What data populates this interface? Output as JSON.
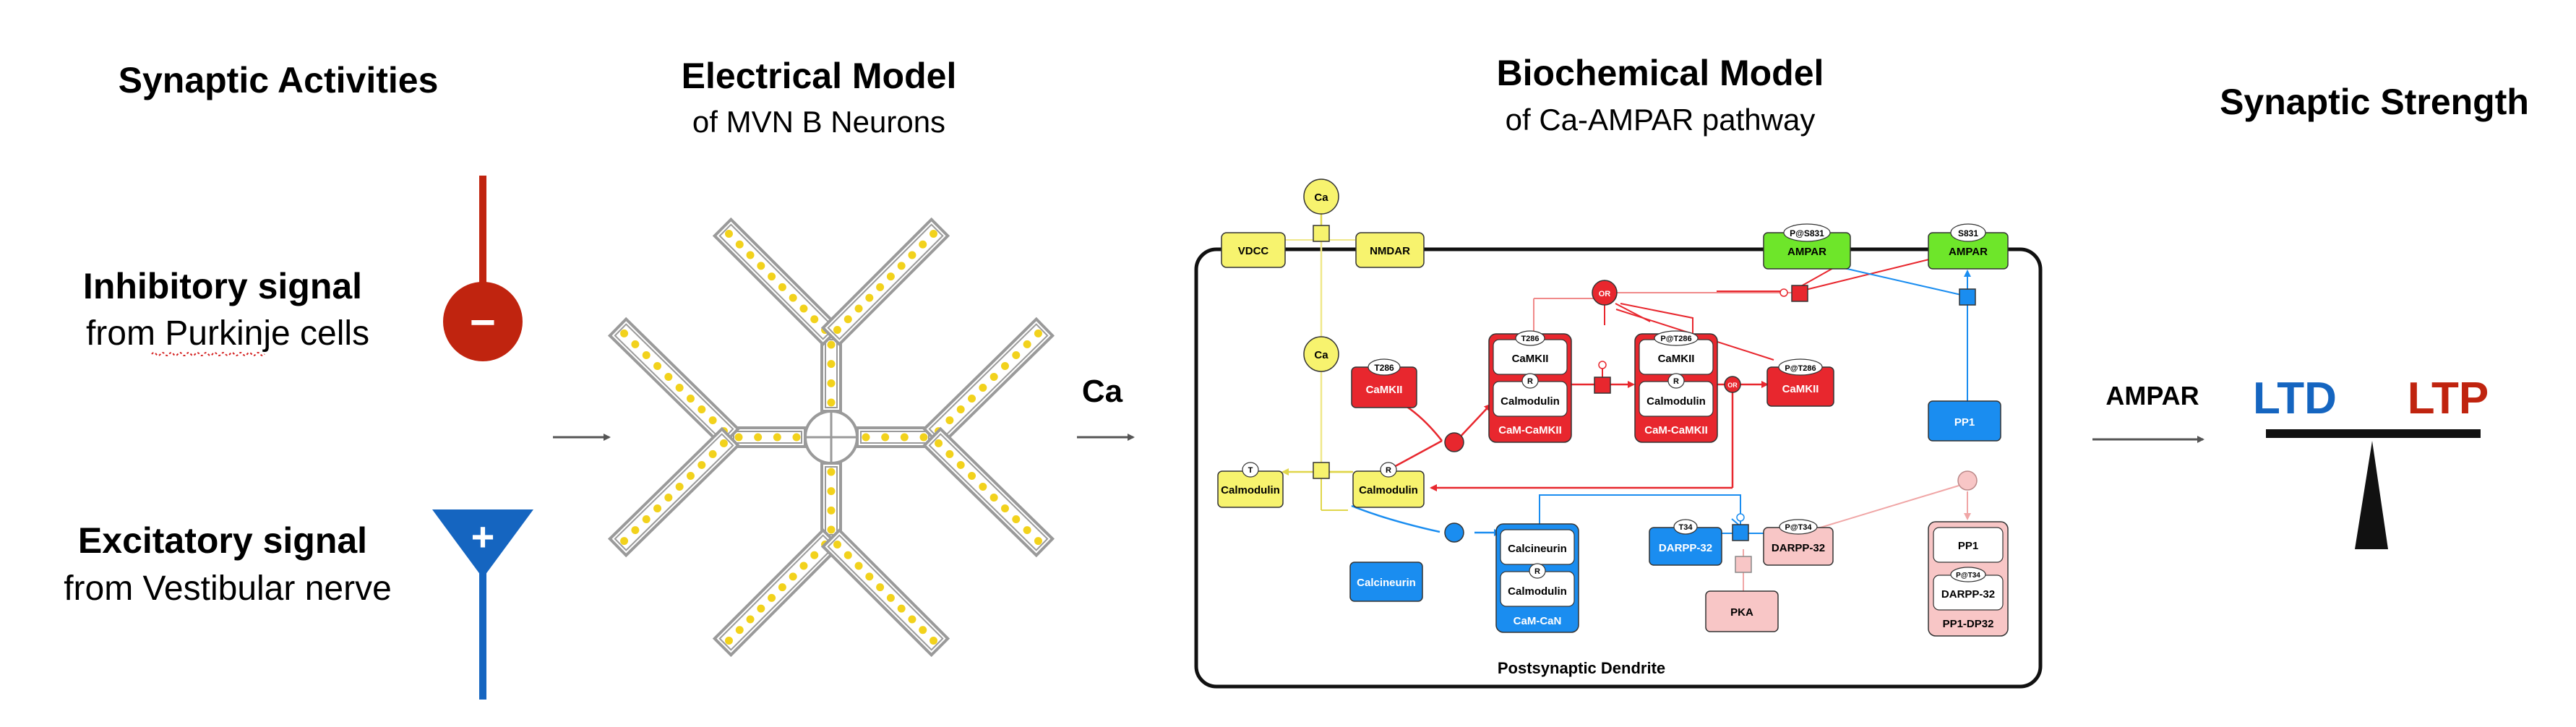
{
  "sections": {
    "synaptic_activities": {
      "title": "Synaptic Activities"
    },
    "electrical": {
      "title": "Electrical Model",
      "subtitle": "of MVN B Neurons"
    },
    "biochemical": {
      "title": "Biochemical Model",
      "subtitle": "of Ca-AMPAR pathway"
    },
    "synaptic_strength": {
      "title": "Synaptic Strength"
    }
  },
  "inputs": {
    "inhibitory": {
      "title": "Inhibitory signal",
      "sub_prefix": "from ",
      "sub_underlined": "Purkinje",
      "sub_suffix": " cells",
      "symbol": "−",
      "color": "#c0240f"
    },
    "excitatory": {
      "title": "Excitatory signal",
      "sub": "from Vestibular nerve",
      "symbol": "+",
      "color": "#1565c0"
    }
  },
  "arrow_labels": {
    "ca": "Ca",
    "ampar": "AMPAR"
  },
  "outputs": {
    "ltd": "LTD",
    "ltp": "LTP",
    "ltd_color": "#1565c0",
    "ltp_color": "#c0240f"
  },
  "pathway": {
    "compartment_label": "Postsynaptic Dendrite",
    "ca": "Ca",
    "vdcc": "VDCC",
    "nmdar": "NMDAR",
    "ampar": "AMPAR",
    "tag_p_s831": "P@S831",
    "tag_s831": "S831",
    "camkii": "CaMKII",
    "tag_t286": "T286",
    "tag_p_t286": "P@T286",
    "tag_r": "R",
    "tag_t": "T",
    "calmodulin": "Calmodulin",
    "cam_camkii": "CaM-CaMKII",
    "or": "OR",
    "calcineurin": "Calcineurin",
    "cam_can": "CaM-CaN",
    "darpp32": "DARPP-32",
    "tag_t34": "T34",
    "tag_p_t34": "P@T34",
    "pka": "PKA",
    "pp1": "PP1",
    "pp1_dp32": "PP1-DP32"
  },
  "colors": {
    "yellow": "#f7f36e",
    "red": "#e8272e",
    "green": "#6ee62a",
    "blue": "#1a8df0",
    "pink": "#f8c6c6",
    "neuron_dot": "#f2d21c",
    "neuron_outline": "#9a9a9a"
  }
}
